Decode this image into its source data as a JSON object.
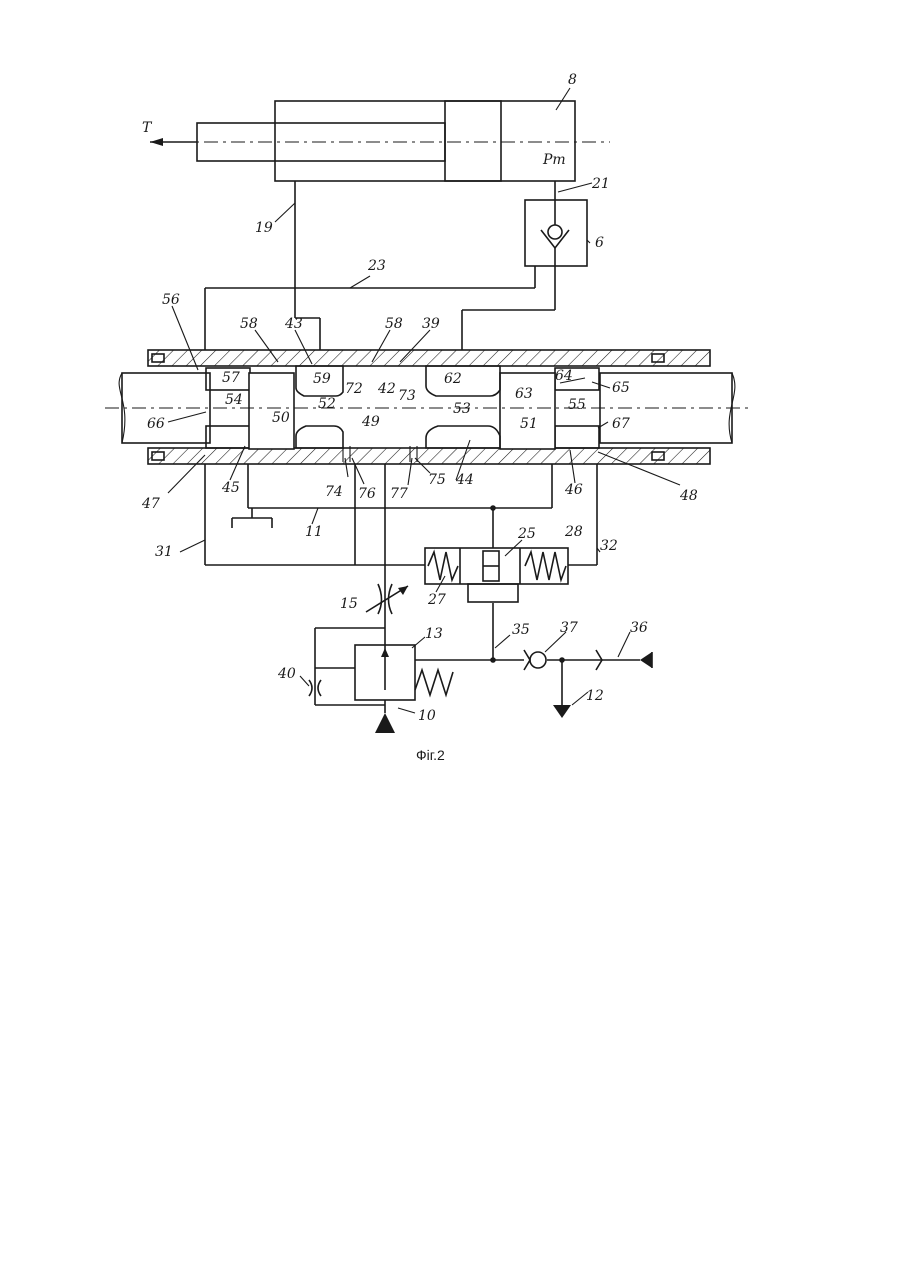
{
  "figure": {
    "caption": "Фіг.2",
    "labels": {
      "T": "T",
      "Pt": "Pт",
      "n8": "8",
      "n21": "21",
      "n6": "6",
      "n19": "19",
      "n23": "23",
      "n56": "56",
      "n58a": "58",
      "n43": "43",
      "n58b": "58",
      "n39": "39",
      "n57": "57",
      "n59": "59",
      "n72": "72",
      "n42": "42",
      "n73": "73",
      "n62": "62",
      "n63": "63",
      "n64": "64",
      "n65": "65",
      "n54": "54",
      "n50": "50",
      "n52": "52",
      "n66": "66",
      "n53": "53",
      "n55": "55",
      "n67": "67",
      "n49": "49",
      "n51": "51",
      "n74": "74",
      "n76": "76",
      "n77": "77",
      "n75": "75",
      "n44": "44",
      "n47": "47",
      "n45": "45",
      "n46": "46",
      "n48": "48",
      "n11": "11",
      "n31": "31",
      "n32": "32",
      "n25": "25",
      "n28": "28",
      "n27": "27",
      "n15": "15",
      "n13": "13",
      "n35": "35",
      "n37": "37",
      "n36": "36",
      "n40": "40",
      "n10": "10",
      "n12": "12"
    }
  }
}
